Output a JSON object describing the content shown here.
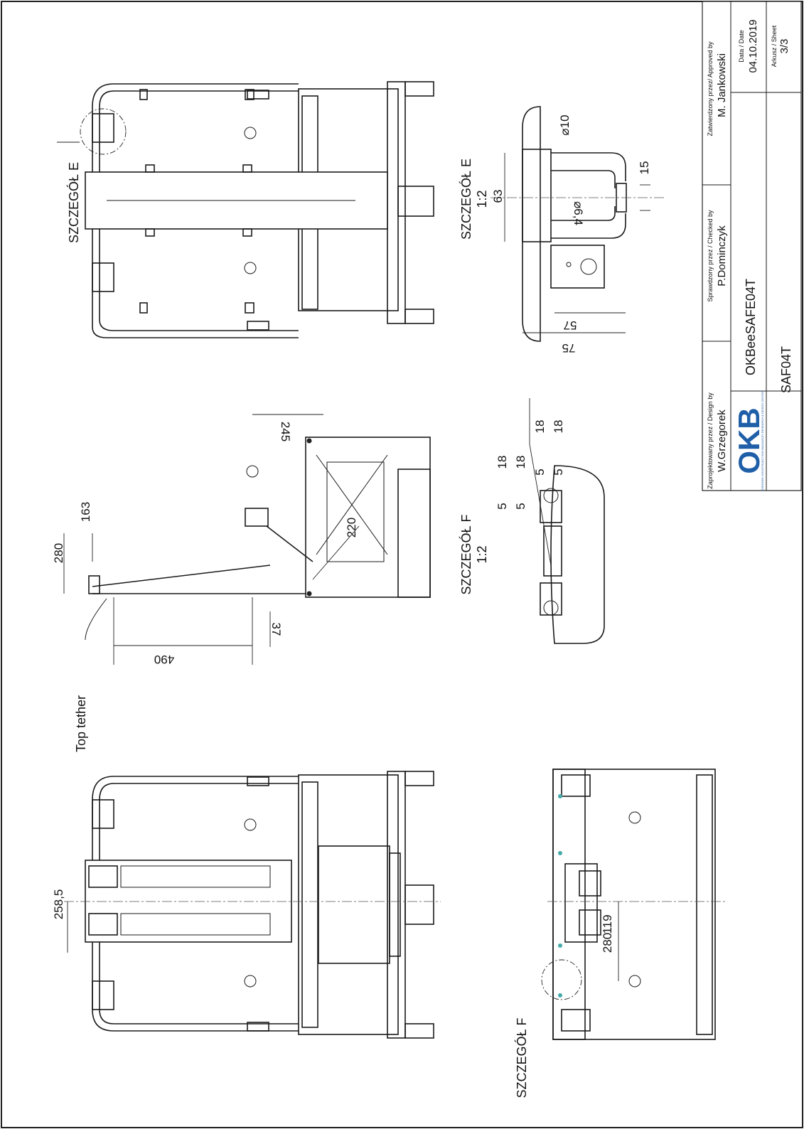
{
  "views": {
    "detail_e": {
      "title": "SZCZEGÓŁ E",
      "scale": "1:2",
      "callout": "SZCZEGÓŁ E"
    },
    "detail_f": {
      "title": "SZCZEGÓŁ F",
      "scale": "1:2",
      "callout": "SZCZEGÓŁ F"
    },
    "side_label": "Top tether"
  },
  "dimensions": {
    "front_top": [
      "258,5"
    ],
    "side": [
      "280",
      "163",
      "220",
      "245",
      "490",
      "37"
    ],
    "detail_e": [
      "63",
      "10",
      "15",
      "6,4",
      "57",
      "75"
    ],
    "detail_f": [
      "5",
      "5",
      "5",
      "5",
      "18",
      "18",
      "18",
      "18"
    ],
    "bottom": [
      "119",
      "280"
    ]
  },
  "title_block": {
    "design_label": "Zaprojektowany przez / Design by",
    "design_name": "W.Grzegorek",
    "checked_label": "Sprawdzony przez / Checked by",
    "checked_name": "P.Dominczyk",
    "approved_label": "Zatwierdzony przez/ Approved by",
    "approved_name": "M. Jankowski",
    "date_label": "Data / Date",
    "date_value": "04.10.2019",
    "sheet_label": "Arkusz / Sheet",
    "sheet_value": "3/3",
    "drawing_name": "OKBeeSAFE04T",
    "drawing_code": "SAF04T",
    "logo_text": "OKB",
    "logo_sub": "OŚRODEK KONSTRUKCYJNO BADAWCZY RESEARCH & DESIGN CENTER"
  },
  "colors": {
    "logo_blue": "#1f5fa8",
    "line": "#1a1a1a"
  }
}
